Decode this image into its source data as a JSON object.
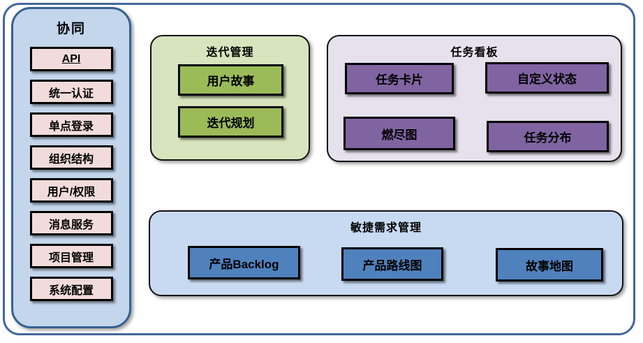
{
  "sidebar": {
    "title": "协同",
    "items": [
      "API",
      "统一认证",
      "单点登录",
      "组织结构",
      "用户/权限",
      "消息服务",
      "项目管理",
      "系统配置"
    ]
  },
  "iteration": {
    "title": "迭代管理",
    "items": [
      "用户故事",
      "迭代规划"
    ]
  },
  "taskboard": {
    "title": "任务看板",
    "items": [
      "任务卡片",
      "自定义状态",
      "燃尽图",
      "任务分布"
    ]
  },
  "requirements": {
    "title": "敏捷需求管理",
    "items": [
      "产品Backlog",
      "产品路线图",
      "故事地图"
    ]
  },
  "colors": {
    "frame_border": "#44679B",
    "sidebar_fill": "#C3D6EC",
    "sidebar_border": "#36618F",
    "sidebar_item_fill": "#F2DCDB",
    "iteration_fill": "#D7E4BD",
    "iteration_item_fill": "#9BBB59",
    "taskboard_fill": "#E6E1ED",
    "taskboard_item_fill": "#8064A2",
    "requirements_fill": "#C7DAF2",
    "requirements_item_fill": "#4F81BD",
    "item_border": "#000000",
    "text": "#000000"
  }
}
